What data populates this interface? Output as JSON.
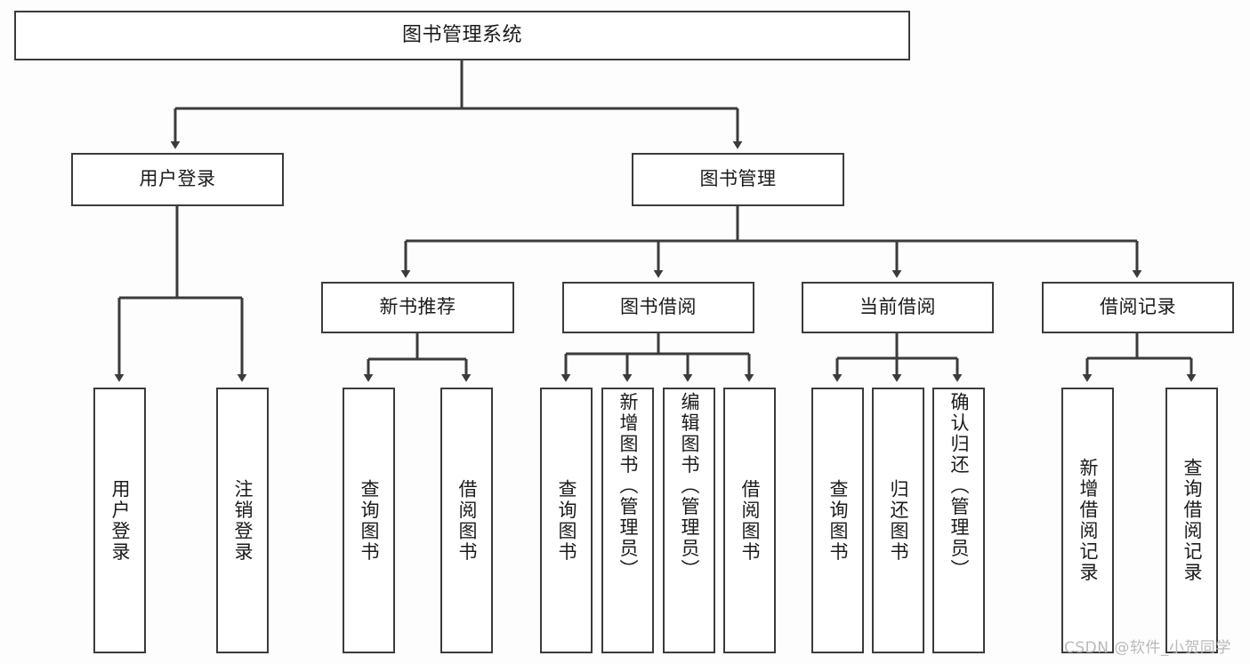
{
  "diagram": {
    "title": "图书管理系统",
    "type": "tree-hierarchy-chart",
    "background_color": "#fdfdfd",
    "line_color": "#3b3b3b",
    "node_fill": "#ffffff",
    "root": {
      "label": "图书管理系统"
    },
    "level2": [
      {
        "label": "用户登录"
      },
      {
        "label": "图书管理"
      }
    ],
    "level3": [
      {
        "label": "新书推荐"
      },
      {
        "label": "图书借阅"
      },
      {
        "label": "当前借阅"
      },
      {
        "label": "借阅记录"
      }
    ],
    "leaves": {
      "user_login": [
        {
          "label": "用户登录"
        },
        {
          "label": "注销登录"
        }
      ],
      "new_book_recommend": [
        {
          "label": "查询图书"
        },
        {
          "label": "借阅图书"
        }
      ],
      "book_borrow": [
        {
          "label": "查询图书"
        },
        {
          "label": "新增图书（管理员）"
        },
        {
          "label": "编辑图书（管理员）"
        },
        {
          "label": "借阅图书"
        }
      ],
      "current_borrow": [
        {
          "label": "查询图书"
        },
        {
          "label": "归还图书"
        },
        {
          "label": "确认归还（管理员）"
        }
      ],
      "borrow_records": [
        {
          "label": "新增借阅记录"
        },
        {
          "label": "查询借阅记录"
        }
      ]
    },
    "watermark": "CSDN @软件_小贺同学"
  }
}
